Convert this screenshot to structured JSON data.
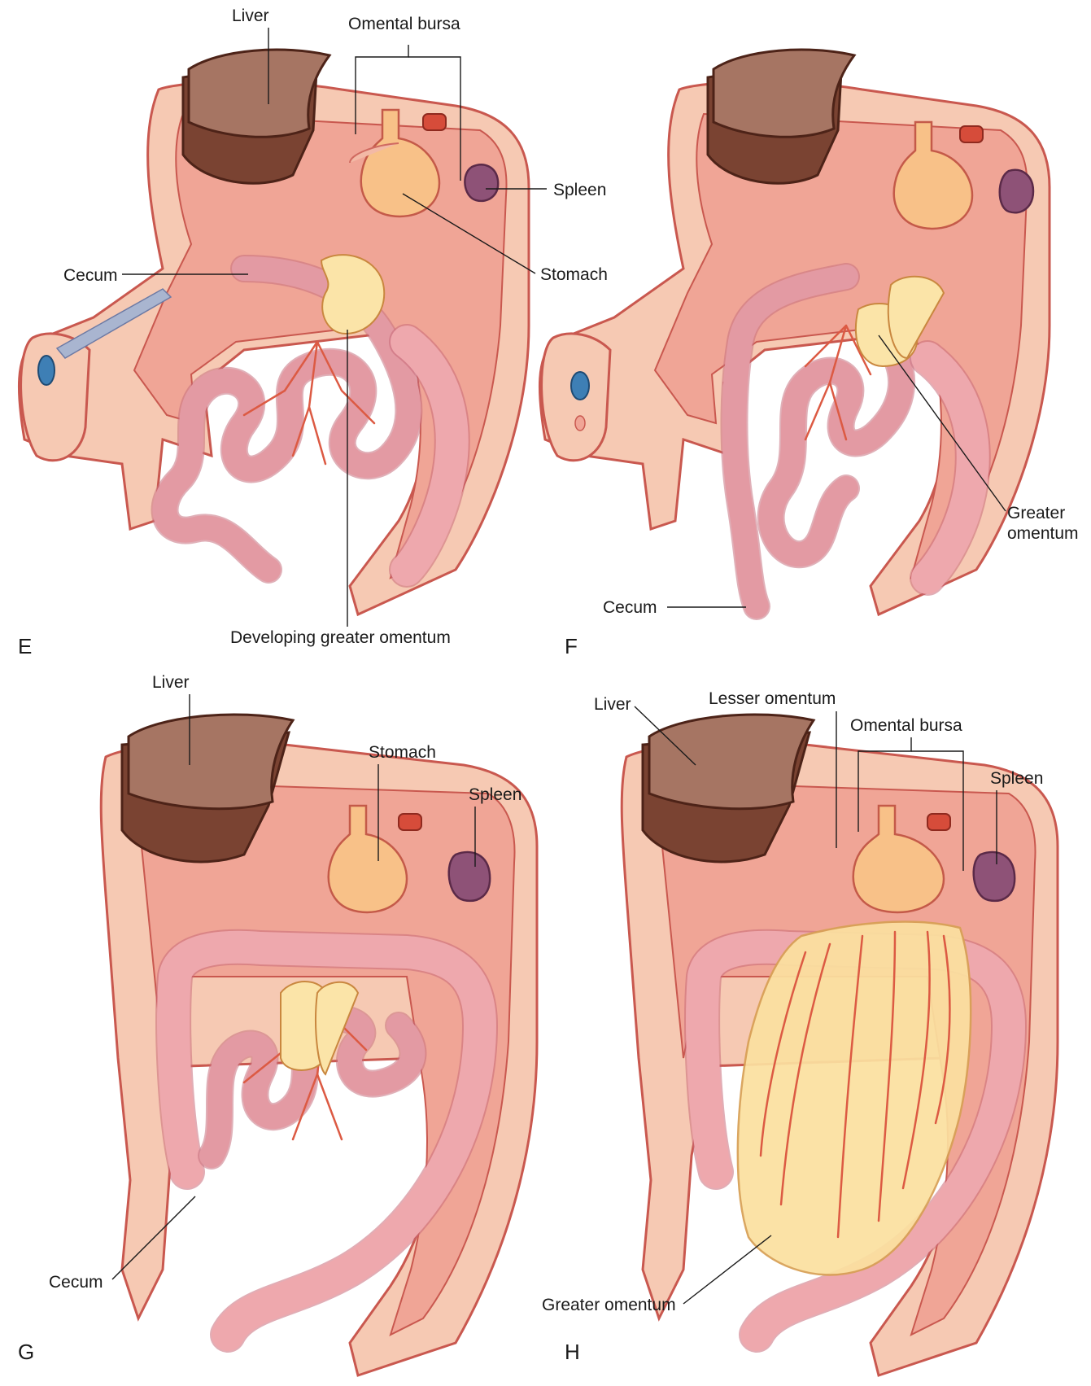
{
  "panels": {
    "e": {
      "letter": "E",
      "labels": {
        "liver": "Liver",
        "omental_bursa": "Omental bursa",
        "spleen": "Spleen",
        "cecum": "Cecum",
        "stomach": "Stomach",
        "developing_greater_omentum": "Developing greater omentum"
      }
    },
    "f": {
      "letter": "F",
      "labels": {
        "greater_omentum_line1": "Greater",
        "greater_omentum_line2": "omentum",
        "cecum": "Cecum"
      }
    },
    "g": {
      "letter": "G",
      "labels": {
        "liver": "Liver",
        "stomach": "Stomach",
        "spleen": "Spleen",
        "cecum": "Cecum"
      }
    },
    "h": {
      "letter": "H",
      "labels": {
        "liver": "Liver",
        "lesser_omentum": "Lesser omentum",
        "omental_bursa": "Omental bursa",
        "spleen": "Spleen",
        "greater_omentum": "Greater omentum"
      }
    }
  },
  "colors": {
    "body_wall": "#f6c9b3",
    "cavity": "#f0a596",
    "liver": "#a67563",
    "stomach": "#f8c188",
    "spleen": "#8e5277",
    "small_intestine": "#e39aa3",
    "omentum": "#fbe0a0",
    "vessels": "#dc5a43"
  }
}
